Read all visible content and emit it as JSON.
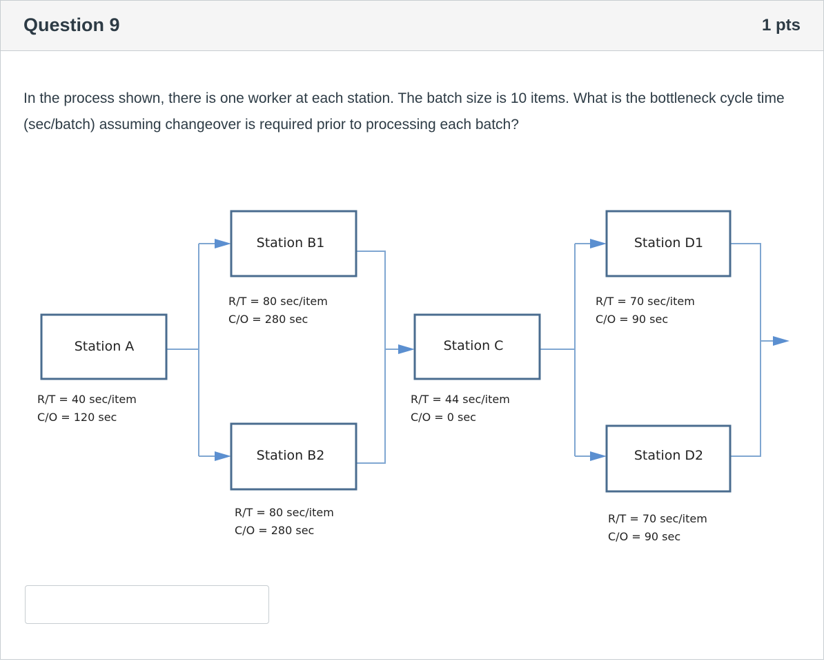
{
  "question": {
    "title": "Question 9",
    "points": "1 pts",
    "text": "In the process shown, there is one worker at each station.  The batch size is 10 items. What is the bottleneck cycle time (sec/batch) assuming changeover is required prior to processing each batch?"
  },
  "diagram": {
    "stations": [
      {
        "name": "Station A",
        "rt": "R/T = 40 sec/item",
        "co": "C/O = 120 sec"
      },
      {
        "name": "Station B1",
        "rt": "R/T = 80 sec/item",
        "co": "C/O = 280 sec"
      },
      {
        "name": "Station B2",
        "rt": "R/T = 80 sec/item",
        "co": "C/O = 280 sec"
      },
      {
        "name": "Station C",
        "rt": "R/T = 44 sec/item",
        "co": "C/O = 0 sec"
      },
      {
        "name": "Station D1",
        "rt": "R/T = 70 sec/item",
        "co": "C/O = 90 sec"
      },
      {
        "name": "Station D2",
        "rt": "R/T = 70 sec/item",
        "co": "C/O = 90 sec"
      }
    ]
  },
  "answer": {
    "value": "",
    "placeholder": ""
  }
}
